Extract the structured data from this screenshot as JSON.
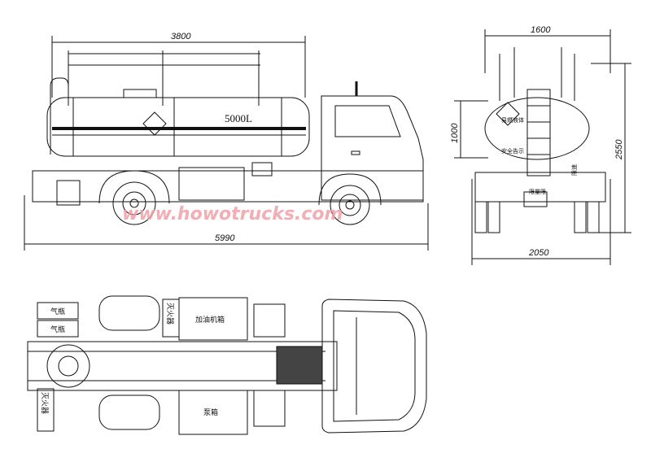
{
  "dimensions": {
    "side_length_top": "3800",
    "side_length_bottom": "5990",
    "rear_width_top": "1600",
    "rear_width_bottom": "2050",
    "rear_height_left": "1000",
    "rear_height_right": "2550"
  },
  "labels": {
    "tank_capacity": "5000L",
    "gas_cylinder_1": "气瓶",
    "gas_cylinder_2": "气瓶",
    "fire_extinguisher_1": "灭火器",
    "fire_extinguisher_2": "灭火器",
    "dispenser_box": "加油机箱",
    "pump_box": "泵箱",
    "rear_warning_1": "易燃液体",
    "rear_warning_2": "安全告示",
    "rear_warning_3": "限速",
    "rear_plate": "限量限"
  },
  "watermark": "www.howotrucks.com",
  "colors": {
    "line": "#111111",
    "watermark": "#f2a0a8"
  }
}
